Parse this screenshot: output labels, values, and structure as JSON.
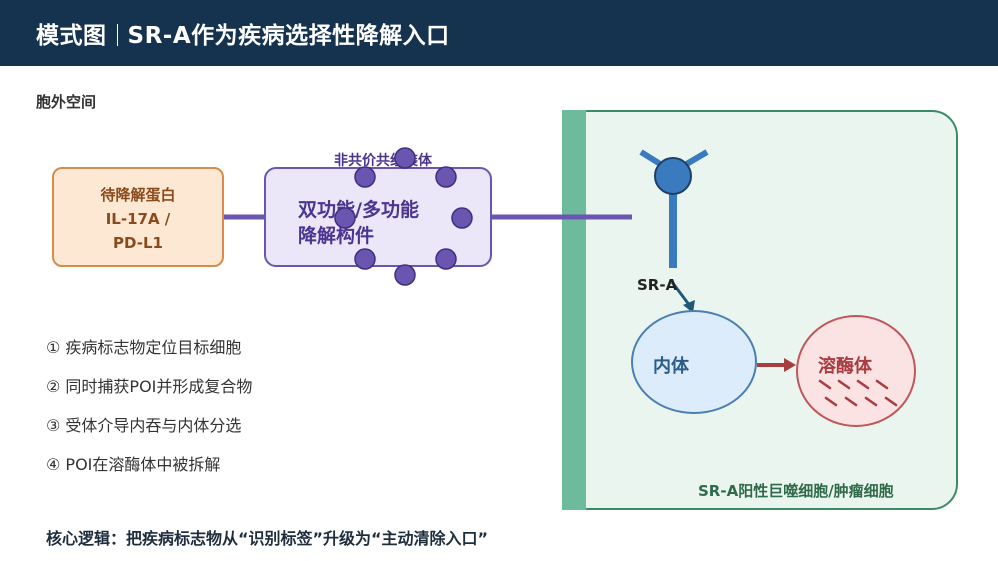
{
  "header": {
    "prefix": "模式图",
    "title": "SR-A作为疾病选择性降解入口"
  },
  "diagram": {
    "extracellular_label": "胞外空间",
    "target_protein": {
      "line1": "待降解蛋白",
      "line2": "IL-17A /",
      "line3": "PD-L1"
    },
    "degrader": {
      "line1": "双功能/多功能",
      "line2": "降解构件"
    },
    "nanoparticle_label": "非共价共组装体",
    "receptor_label": "SR-A",
    "endosome_label": "内体",
    "lysosome_label": "溶酶体",
    "cell_label": "SR-A阳性巨噬细胞/肿瘤细胞"
  },
  "steps": [
    "① 疾病标志物定位目标细胞",
    "② 同时捕获POI并形成复合物",
    "③ 受体介导内吞与内体分选",
    "④ POI在溶酶体中被拆解"
  ],
  "core_logic": "核心逻辑：把疾病标志物从“识别标签”升级为“主动清除入口”",
  "colors": {
    "header_bg": "#15324e",
    "cell_border": "#3d8a66",
    "membrane": "#6dba9c",
    "degrader_accent": "#6a55b0",
    "receptor": "#3a7bbf",
    "lysosome_accent": "#c0565a",
    "target_accent": "#d98b4c"
  }
}
